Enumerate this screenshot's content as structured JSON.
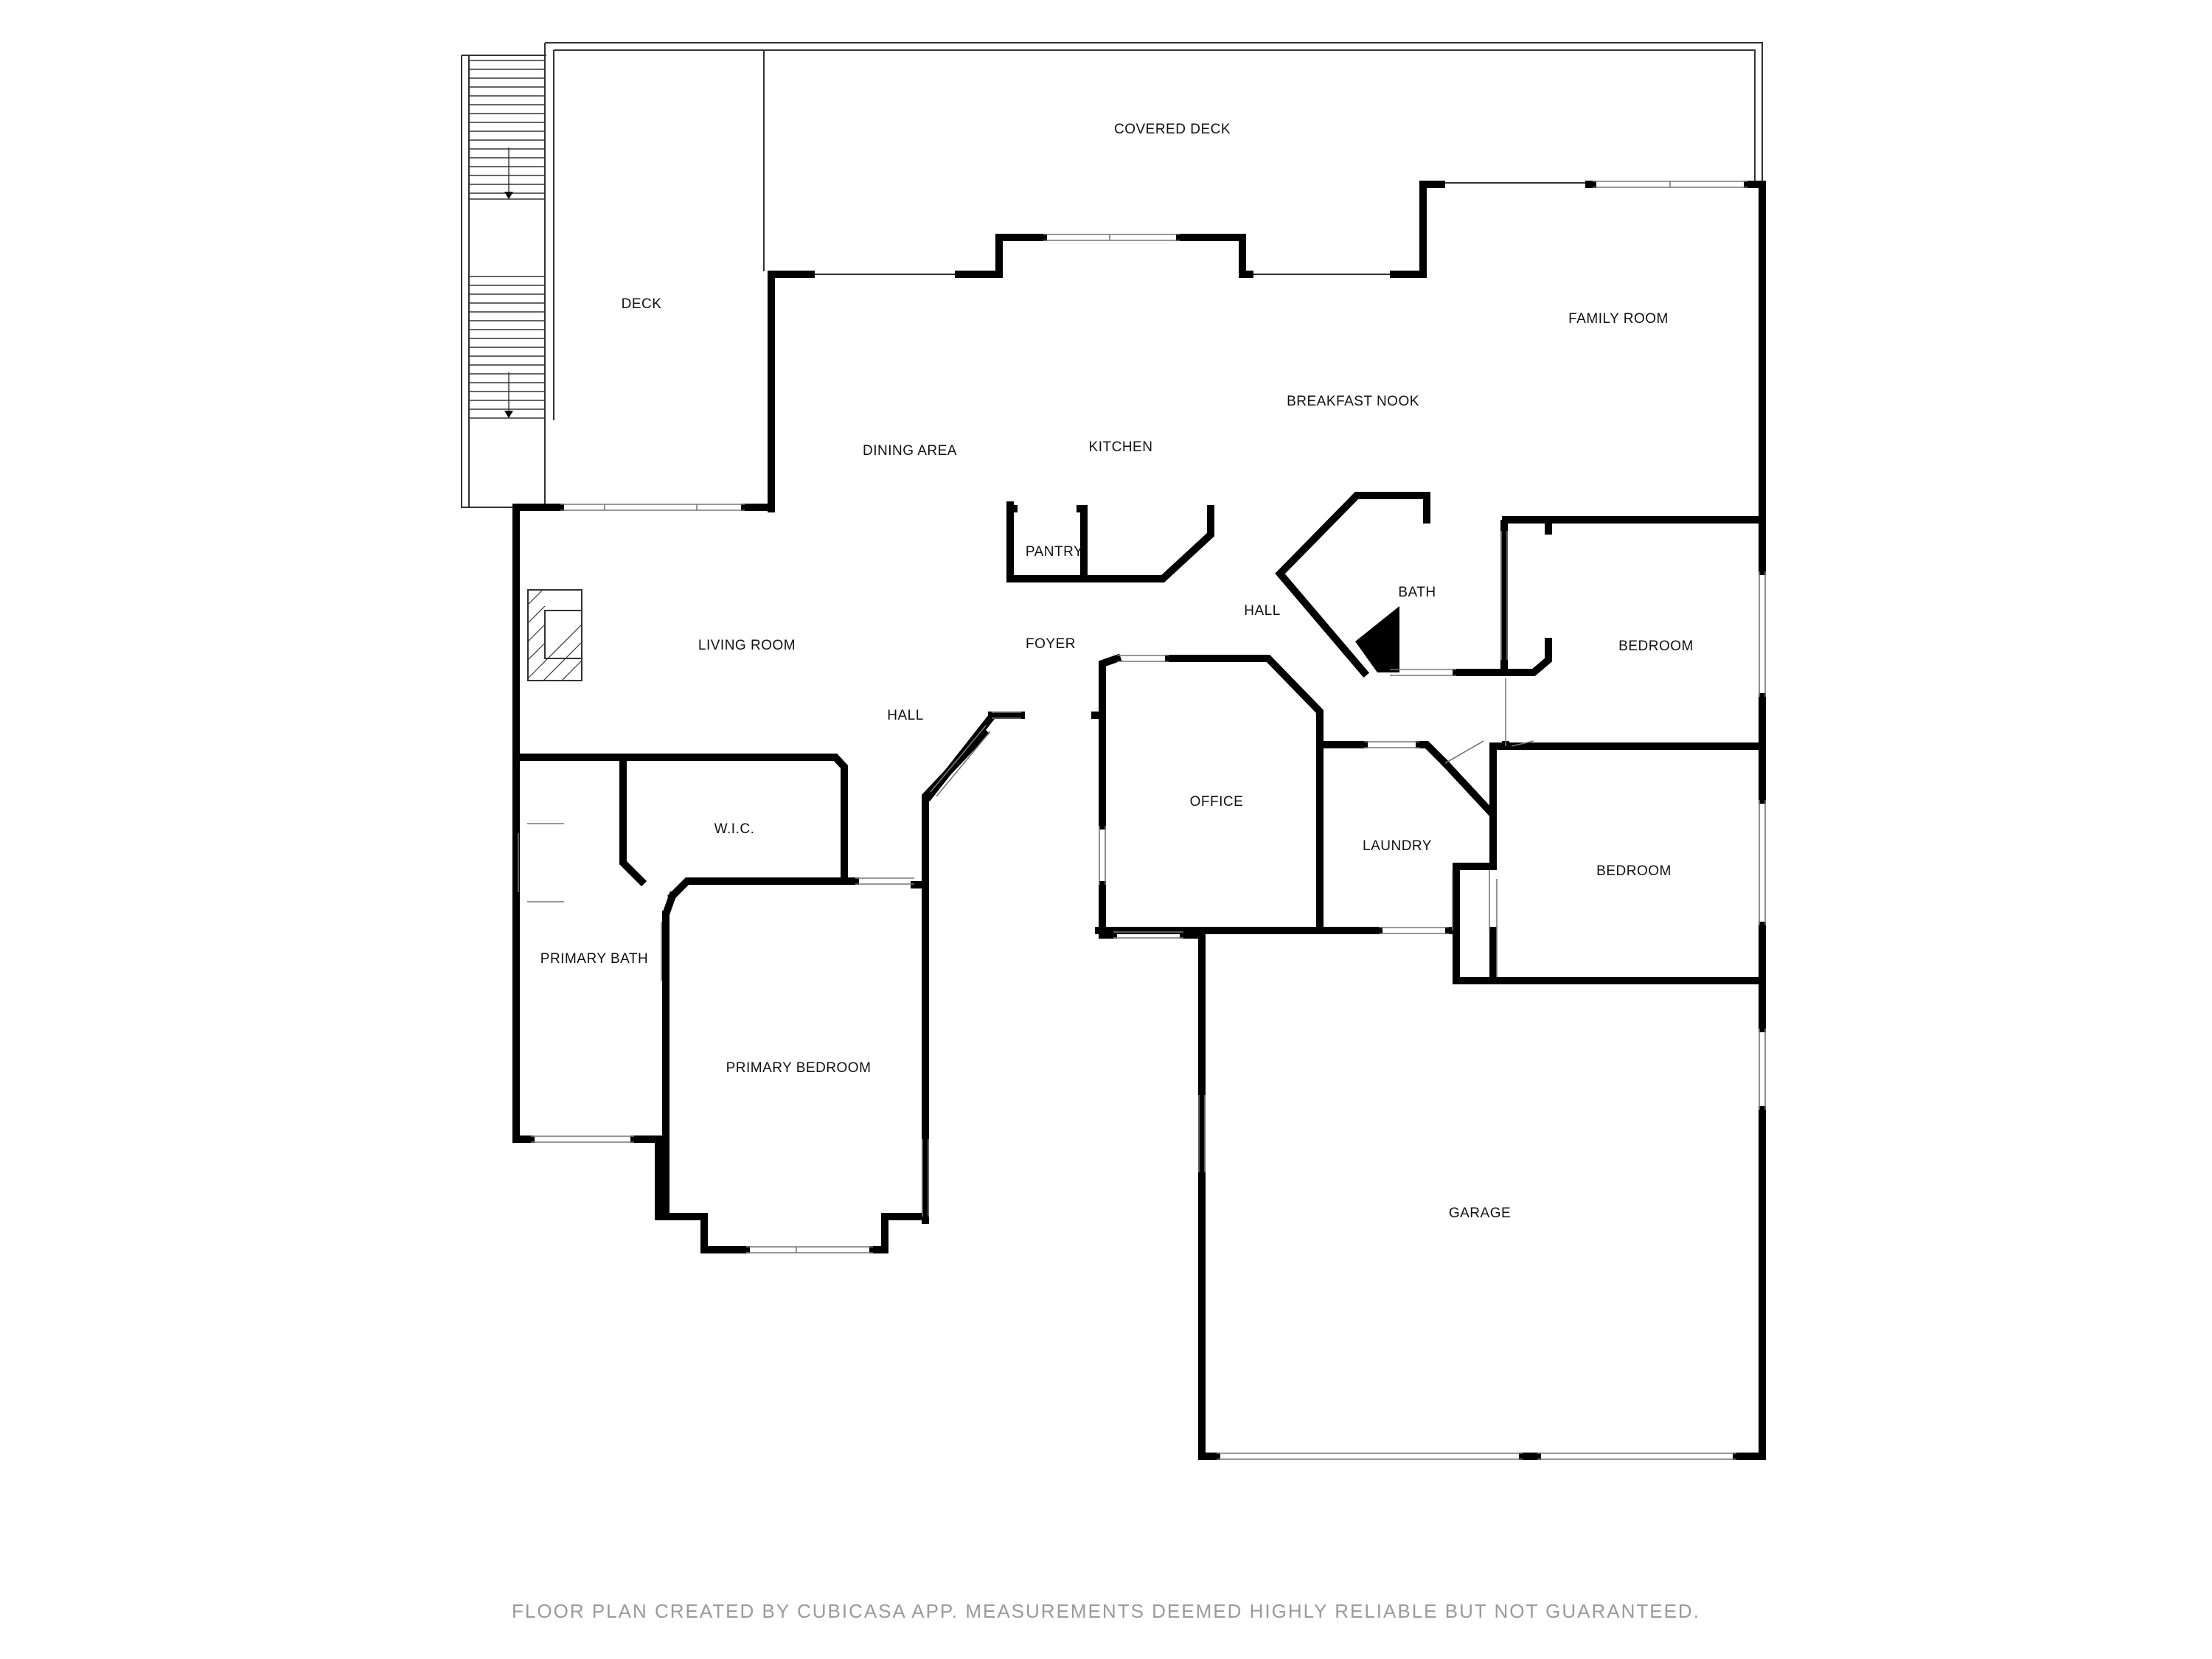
{
  "rooms": {
    "covered_deck": "COVERED DECK",
    "deck": "DECK",
    "family_room": "FAMILY ROOM",
    "breakfast_nook": "BREAKFAST NOOK",
    "dining_area": "DINING AREA",
    "kitchen": "KITCHEN",
    "pantry": "PANTRY",
    "bath": "BATH",
    "hall_east": "HALL",
    "living_room": "LIVING ROOM",
    "foyer": "FOYER",
    "bedroom_upper": "BEDROOM",
    "hall_west": "HALL",
    "wic": "W.I.C.",
    "office": "OFFICE",
    "laundry": "LAUNDRY",
    "bedroom_lower": "BEDROOM",
    "primary_bath": "PRIMARY BATH",
    "primary_bedroom": "PRIMARY BEDROOM",
    "garage": "GARAGE"
  },
  "footer": {
    "disclaimer": "FLOOR PLAN CREATED BY CUBICASA APP. MEASUREMENTS DEEMED HIGHLY RELIABLE BUT NOT GUARANTEED."
  },
  "colors": {
    "wall": "#000000",
    "thin_line": "#333333",
    "window": "#777777",
    "footer_text": "#9a9a9a"
  }
}
